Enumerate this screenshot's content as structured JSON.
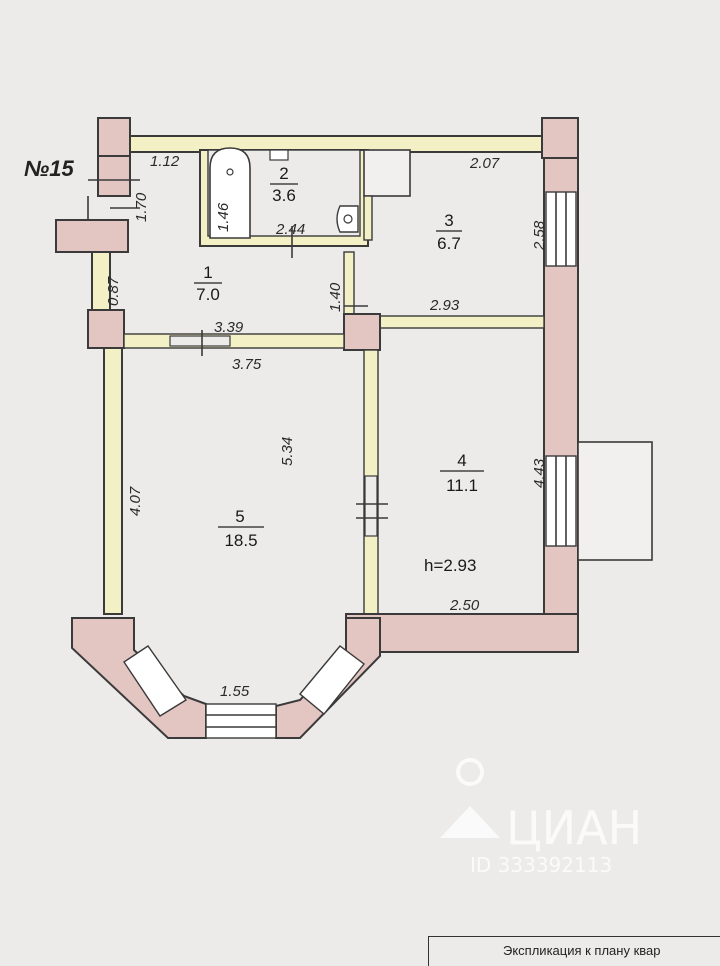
{
  "plan": {
    "apartment_label": "№15",
    "height_label": "h=2.93",
    "rooms": [
      {
        "number": "1",
        "area": "7.0"
      },
      {
        "number": "2",
        "area": "3.6"
      },
      {
        "number": "3",
        "area": "6.7"
      },
      {
        "number": "4",
        "area": "11.1"
      },
      {
        "number": "5",
        "area": "18.5"
      }
    ],
    "dimensions": {
      "d_1_12": "1.12",
      "d_1_70": "1.70",
      "d_1_46": "1.46",
      "d_2_44": "2.44",
      "d_2_07": "2.07",
      "d_2_58": "2.58",
      "d_0_87": "0.87",
      "d_1_40": "1.40",
      "d_2_93": "2.93",
      "d_3_39": "3.39",
      "d_3_75": "3.75",
      "d_5_34": "5.34",
      "d_4_07": "4.07",
      "d_4_43": "4.43",
      "d_2_50": "2.50",
      "d_1_55": "1.55"
    }
  },
  "watermark": {
    "brand": "ЦИАН",
    "id": "ID 333392113"
  },
  "footer": {
    "caption": "Экспликация к плану квар"
  }
}
